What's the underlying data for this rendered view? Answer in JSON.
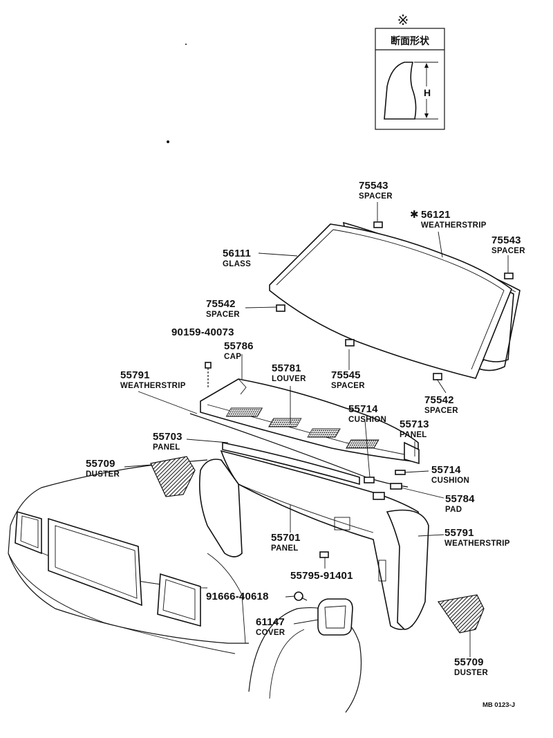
{
  "section_box": {
    "mark": "※",
    "title": "断面形状",
    "dimension_label": "H"
  },
  "parts": [
    {
      "key": "spacer_75543_top",
      "number": "75543",
      "name": "SPACER"
    },
    {
      "key": "weatherstrip_56121",
      "number": "56121",
      "name": "WEATHERSTRIP",
      "mark": "✱"
    },
    {
      "key": "spacer_75543_right",
      "number": "75543",
      "name": "SPACER"
    },
    {
      "key": "glass_56111",
      "number": "56111",
      "name": "GLASS"
    },
    {
      "key": "spacer_75542_left",
      "number": "75542",
      "name": "SPACER"
    },
    {
      "key": "bolt_90159",
      "number": "90159-40073",
      "name": ""
    },
    {
      "key": "cap_55786",
      "number": "55786",
      "name": "CAP"
    },
    {
      "key": "weatherstrip_55791_left",
      "number": "55791",
      "name": "WEATHERSTRIP"
    },
    {
      "key": "louver_55781",
      "number": "55781",
      "name": "LOUVER"
    },
    {
      "key": "spacer_75545",
      "number": "75545",
      "name": "SPACER"
    },
    {
      "key": "spacer_75542_right",
      "number": "75542",
      "name": "SPACER"
    },
    {
      "key": "cushion_55714_top",
      "number": "55714",
      "name": "CUSHION"
    },
    {
      "key": "panel_55713",
      "number": "55713",
      "name": "PANEL"
    },
    {
      "key": "panel_55703",
      "number": "55703",
      "name": "PANEL"
    },
    {
      "key": "duster_55709_left",
      "number": "55709",
      "name": "DUSTER"
    },
    {
      "key": "cushion_55714_right",
      "number": "55714",
      "name": "CUSHION"
    },
    {
      "key": "pad_55784",
      "number": "55784",
      "name": "PAD"
    },
    {
      "key": "panel_55701",
      "number": "55701",
      "name": "PANEL"
    },
    {
      "key": "weatherstrip_55791_right",
      "number": "55791",
      "name": "WEATHERSTRIP"
    },
    {
      "key": "clip_55795",
      "number": "55795-91401",
      "name": ""
    },
    {
      "key": "screw_91666",
      "number": "91666-40618",
      "name": ""
    },
    {
      "key": "cover_61147",
      "number": "61147",
      "name": "COVER"
    },
    {
      "key": "duster_55709_right",
      "number": "55709",
      "name": "DUSTER"
    }
  ],
  "drawing_code": "MB 0123-J"
}
